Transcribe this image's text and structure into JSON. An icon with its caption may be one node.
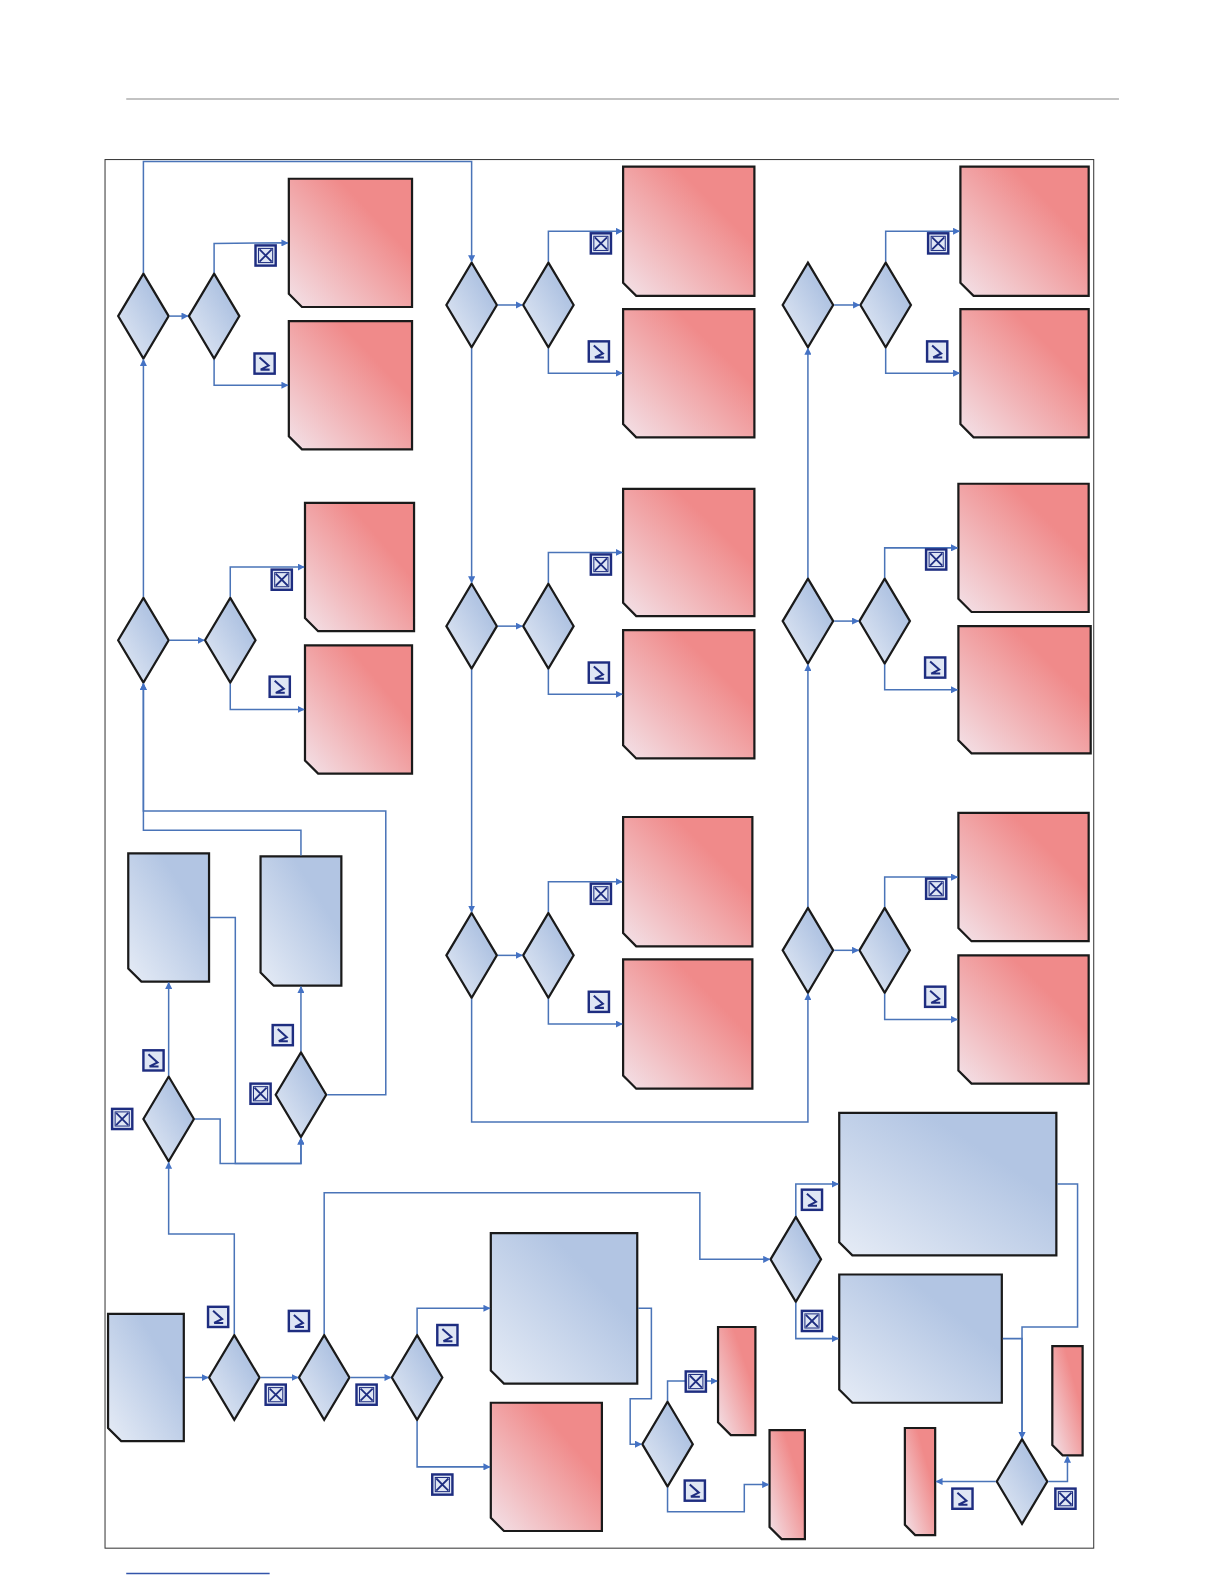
{
  "diagram": {
    "nodes": [
      {
        "text": [],
        "shape": "diamond"
      },
      {
        "text": [],
        "shape": "diamond"
      },
      {
        "text": [],
        "shape": "diamond"
      },
      {
        "text": [],
        "shape": "diamond"
      },
      {
        "text": [],
        "shape": "diamond"
      },
      {
        "text": [],
        "shape": "diamond"
      },
      {
        "text": [],
        "shape": "diamond"
      },
      {
        "text": [],
        "shape": "diamond"
      },
      {
        "text": [],
        "shape": "diamond"
      },
      {
        "text": [],
        "shape": "diamond"
      },
      {
        "text": [],
        "shape": "diamond"
      },
      {
        "text": [],
        "shape": "diamond"
      },
      {
        "text": [],
        "shape": "diamond"
      },
      {
        "text": [],
        "shape": "diamond"
      },
      {
        "text": [],
        "shape": "diamond"
      },
      {
        "text": [],
        "shape": "diamond"
      },
      {
        "text": [],
        "shape": "diamond"
      },
      {
        "text": [],
        "shape": "diamond"
      },
      {
        "text": [],
        "shape": "diamond"
      },
      {
        "text": [],
        "shape": "diamond"
      },
      {
        "text": [],
        "shape": "diamond"
      },
      {
        "text": [],
        "shape": "diamond"
      },
      {
        "text": [],
        "shape": "diamond"
      },
      {
        "text": [],
        "shape": "diamond"
      },
      {
        "text": [],
        "shape": "box"
      },
      {
        "text": [],
        "shape": "box"
      },
      {
        "text": [],
        "shape": "box"
      },
      {
        "text": [],
        "shape": "box"
      },
      {
        "text": [],
        "shape": "box"
      },
      {
        "text": [],
        "shape": "box"
      },
      {
        "text": [],
        "shape": "box"
      },
      {
        "text": [],
        "shape": "box"
      },
      {
        "text": [],
        "shape": "box"
      },
      {
        "text": [],
        "shape": "box"
      },
      {
        "text": [],
        "shape": "box"
      },
      {
        "text": [],
        "shape": "box"
      },
      {
        "text": [],
        "shape": "box"
      },
      {
        "text": [],
        "shape": "box"
      },
      {
        "text": [],
        "shape": "box"
      },
      {
        "text": [],
        "shape": "box"
      },
      {
        "text": [],
        "shape": "box"
      },
      {
        "text": [],
        "shape": "box"
      },
      {
        "text": [],
        "shape": "box"
      },
      {
        "text": [],
        "shape": "box"
      },
      {
        "text": [],
        "shape": "box"
      },
      {
        "text": [],
        "shape": "box"
      },
      {
        "text": [],
        "shape": "box"
      },
      {
        "text": [],
        "shape": "box"
      },
      {
        "text": [],
        "shape": "box"
      },
      {
        "text": [],
        "shape": "box"
      },
      {
        "text": [],
        "shape": "box"
      }
    ],
    "edges": [
      {
        "from": 0,
        "to": 1,
        "arrow": "to"
      },
      {
        "from": 1,
        "to": 24,
        "arrow": "to"
      },
      {
        "from": 1,
        "to": 25,
        "arrow": "to"
      },
      {
        "from": 2,
        "to": 0,
        "arrow": "to"
      },
      {
        "from": 2,
        "to": 3,
        "arrow": "to"
      },
      {
        "from": 3,
        "to": 26,
        "arrow": "to"
      },
      {
        "from": 3,
        "to": 27,
        "arrow": "to"
      },
      {
        "from": 0,
        "to": 4,
        "arrow": "to"
      },
      {
        "from": 4,
        "to": 5,
        "arrow": "to"
      },
      {
        "from": 5,
        "to": 28,
        "arrow": "to"
      },
      {
        "from": 5,
        "to": 29,
        "arrow": "to"
      },
      {
        "from": 4,
        "to": 6,
        "arrow": "to"
      },
      {
        "from": 6,
        "to": 7,
        "arrow": "to"
      },
      {
        "from": 7,
        "to": 30,
        "arrow": "to"
      },
      {
        "from": 7,
        "to": 31,
        "arrow": "to"
      },
      {
        "from": 6,
        "to": 8,
        "arrow": "to"
      },
      {
        "from": 8,
        "to": 9,
        "arrow": "to"
      },
      {
        "from": 9,
        "to": 32,
        "arrow": "to"
      },
      {
        "from": 9,
        "to": 33,
        "arrow": "to"
      },
      {
        "from": 8,
        "to": 14,
        "arrow": "to"
      },
      {
        "from": 14,
        "to": 12,
        "arrow": "to"
      },
      {
        "from": 12,
        "to": 10,
        "arrow": "to"
      },
      {
        "from": 10,
        "to": 11,
        "arrow": "to"
      },
      {
        "from": 11,
        "to": 34,
        "arrow": "to"
      },
      {
        "from": 11,
        "to": 35,
        "arrow": "to"
      },
      {
        "from": 12,
        "to": 13,
        "arrow": "to"
      },
      {
        "from": 13,
        "to": 36,
        "arrow": "to"
      },
      {
        "from": 13,
        "to": 37,
        "arrow": "to"
      },
      {
        "from": 14,
        "to": 15,
        "arrow": "to"
      },
      {
        "from": 15,
        "to": 38,
        "arrow": "to"
      },
      {
        "from": 15,
        "to": 39,
        "arrow": "to"
      },
      {
        "from": 18,
        "to": 16,
        "arrow": "to"
      },
      {
        "from": 16,
        "to": 45,
        "arrow": "to"
      },
      {
        "from": 16,
        "to": 17,
        "arrow": "to"
      },
      {
        "from": 45,
        "to": 17,
        "arrow": "to"
      },
      {
        "from": 17,
        "to": 46,
        "arrow": "to"
      },
      {
        "from": 17,
        "to": 2,
        "arrow": "to"
      },
      {
        "from": 46,
        "to": 2,
        "arrow": "to"
      },
      {
        "from": 47,
        "to": 18,
        "arrow": "to"
      },
      {
        "from": 18,
        "to": 19,
        "arrow": "to"
      },
      {
        "from": 19,
        "to": 20,
        "arrow": "to"
      },
      {
        "from": 19,
        "to": 21,
        "arrow": "to"
      },
      {
        "from": 20,
        "to": 48,
        "arrow": "to"
      },
      {
        "from": 20,
        "to": 40,
        "arrow": "to"
      },
      {
        "from": 48,
        "to": 22,
        "arrow": "to"
      },
      {
        "from": 22,
        "to": 41,
        "arrow": "to"
      },
      {
        "from": 22,
        "to": 42,
        "arrow": "to"
      },
      {
        "from": 21,
        "to": 49,
        "arrow": "to"
      },
      {
        "from": 21,
        "to": 50,
        "arrow": "to"
      },
      {
        "from": 49,
        "to": 23,
        "arrow": "to"
      },
      {
        "from": 50,
        "to": 23,
        "arrow": "to"
      },
      {
        "from": 23,
        "to": 44,
        "arrow": "to"
      },
      {
        "from": 23,
        "to": 43,
        "arrow": "to"
      }
    ]
  }
}
